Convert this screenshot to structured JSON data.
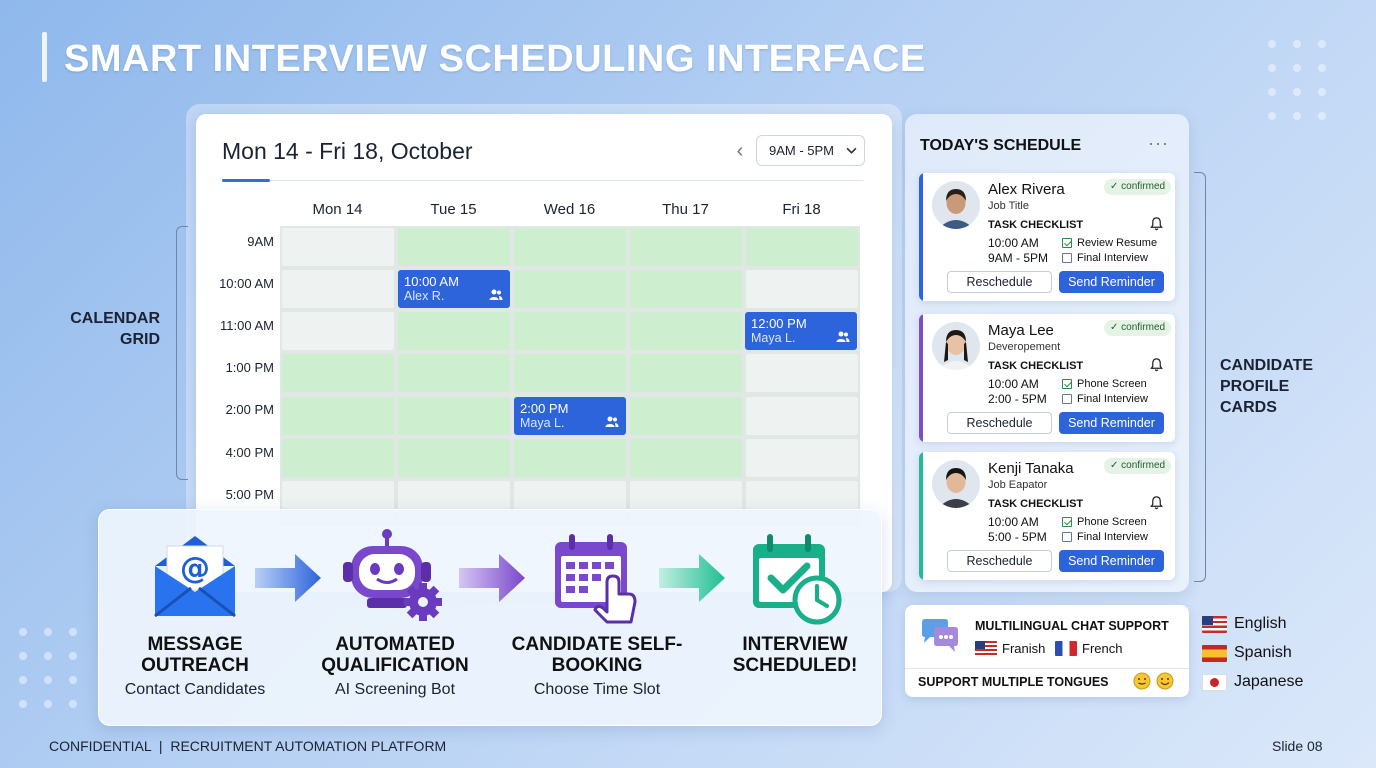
{
  "title": "SMART INTERVIEW SCHEDULING INTERFACE",
  "calendar": {
    "title": "Mon 14 - Fri 18, October",
    "range": "9AM - 5PM",
    "days": [
      "Mon 14",
      "Tue 15",
      "Wed 16",
      "Thu 17",
      "Fri 18"
    ],
    "times": [
      "9AM",
      "10:00 AM",
      "11:00 AM",
      "1:00 PM",
      "2:00 PM",
      "4:00 PM",
      "5:00 PM"
    ],
    "events": [
      {
        "time": "10:00 AM",
        "name": "Alex R."
      },
      {
        "time": "12:00 PM",
        "name": "Maya L."
      },
      {
        "time": "2:00 PM",
        "name": "Maya L."
      }
    ]
  },
  "labels": {
    "calendar_grid": "CALENDAR GRID",
    "candidate_cards": "CANDIDATE PROFILE CARDS"
  },
  "workflow": [
    {
      "title": "MESSAGE OUTREACH",
      "sub": "Contact Candidates",
      "icon": "envelope-icon"
    },
    {
      "title": "AUTOMATED QUALIFICATION",
      "sub": "AI Screening Bot",
      "icon": "robot-icon"
    },
    {
      "title": "CANDIDATE SELF-BOOKING",
      "sub": "Choose Time Slot",
      "icon": "calendar-click-icon"
    },
    {
      "title": "INTERVIEW SCHEDULED!",
      "sub": "",
      "icon": "calendar-check-icon"
    }
  ],
  "schedule": {
    "title": "TODAY'S SCHEDULE",
    "more": "···",
    "task_label": "TASK CHECKLIST",
    "reschedule": "Reschedule",
    "send_reminder": "Send Reminder",
    "cards": [
      {
        "name": "Alex Rivera",
        "role": "Job Title",
        "status": "✓ confirmed",
        "t1": "10:00 AM",
        "t2": "9AM - 5PM",
        "c1": "Review Resume",
        "c1_done": true,
        "c2": "Final Interview",
        "c2_done": false,
        "accent": "#2d64db"
      },
      {
        "name": "Maya Lee",
        "role": "Deveropement",
        "status": "✓ confirmed",
        "t1": "10:00 AM",
        "t2": "2:00 - 5PM",
        "c1": "Phone Screen",
        "c1_done": true,
        "c2": "Final Interview",
        "c2_done": false,
        "accent": "#7d4fc0"
      },
      {
        "name": "Kenji Tanaka",
        "role": "Job Eapator",
        "status": "✓ confirmed",
        "t1": "10:00 AM",
        "t2": "5:00 - 5PM",
        "c1": "Phone Screen",
        "c1_done": true,
        "c2": "Final Interview",
        "c2_done": false,
        "accent": "#27b89a"
      }
    ]
  },
  "multilingual": {
    "title": "MULTILINGUAL CHAT SUPPORT",
    "lang1": "Franish",
    "lang2": "French",
    "footer": "SUPPORT MULTIPLE TONGUES"
  },
  "languages": [
    "English",
    "Spanish",
    "Japanese"
  ],
  "footer": {
    "left": "CONFIDENTIAL  |  RECRUITMENT AUTOMATION PLATFORM",
    "right": "Slide 08"
  }
}
